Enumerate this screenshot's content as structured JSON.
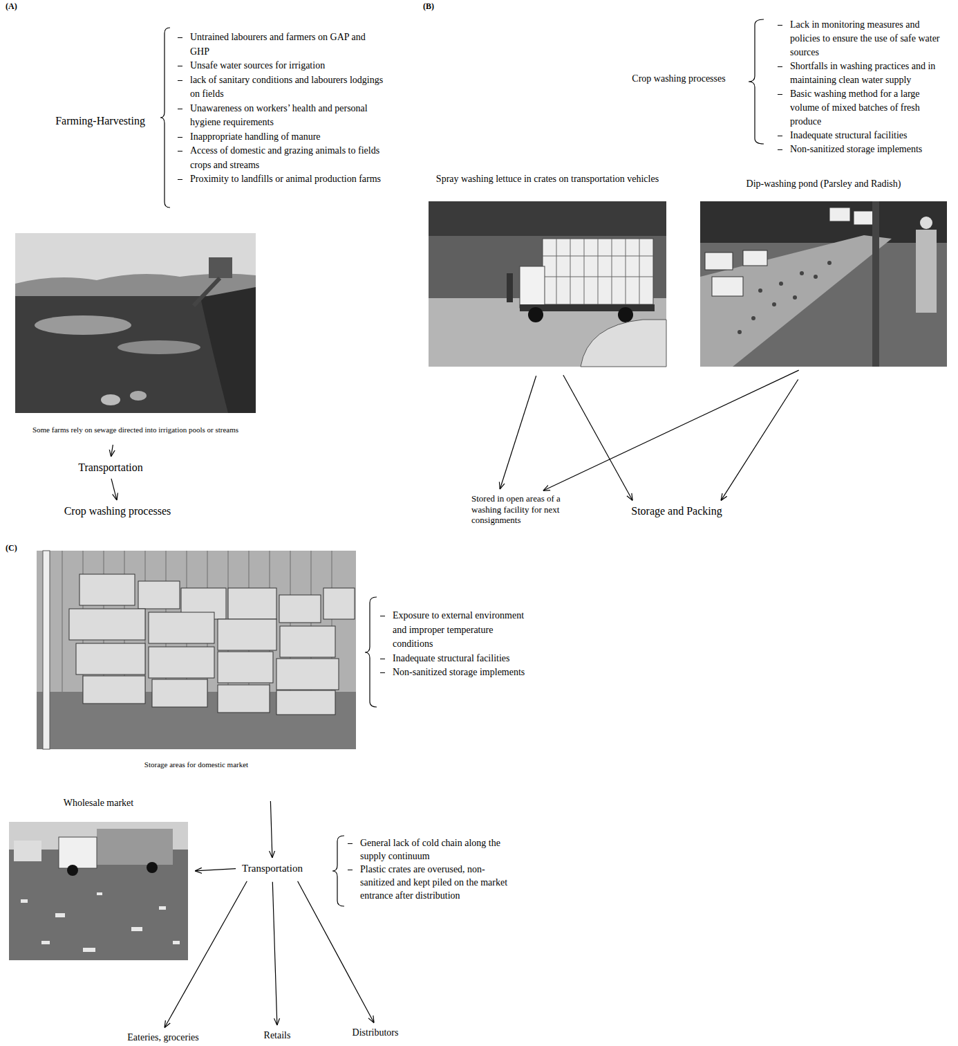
{
  "diagram": {
    "nodes": [
      {
        "text": [
          "Farming-Harvesting"
        ]
      },
      {
        "text": [
          "Some farms rely on sewage directed into irrigation pools or streams"
        ]
      },
      {
        "text": [
          "Transportation"
        ]
      },
      {
        "text": [
          "Crop washing processes"
        ]
      },
      {
        "text": [
          "Crop washing processes"
        ]
      },
      {
        "text": [
          "Spray washing lettuce in crates on transportation vehicles"
        ]
      },
      {
        "text": [
          "Dip-washing pond (Parsley and Radish)"
        ]
      },
      {
        "text": [
          "Stored in open areas of a washing facility for next consignments"
        ]
      },
      {
        "text": [
          "Storage and Packing"
        ]
      },
      {
        "text": [
          "Storage areas for domestic market"
        ]
      },
      {
        "text": [
          "Wholesale market"
        ]
      },
      {
        "text": [
          "Transportation"
        ]
      },
      {
        "text": [
          "Eateries, groceries"
        ]
      },
      {
        "text": [
          "Retails"
        ]
      },
      {
        "text": [
          "Distributors"
        ]
      }
    ],
    "edges": [
      {
        "from": 1,
        "to": 2,
        "arrow": "to"
      },
      {
        "from": 2,
        "to": 3,
        "arrow": "to"
      },
      {
        "from": 5,
        "to": 7,
        "arrow": "to"
      },
      {
        "from": 5,
        "to": 8,
        "arrow": "to"
      },
      {
        "from": 6,
        "to": 7,
        "arrow": "to"
      },
      {
        "from": 6,
        "to": 8,
        "arrow": "to"
      },
      {
        "from": 9,
        "to": 11,
        "arrow": "to"
      },
      {
        "from": 11,
        "to": 10,
        "arrow": "to"
      },
      {
        "from": 11,
        "to": 12,
        "arrow": "to"
      },
      {
        "from": 11,
        "to": 13,
        "arrow": "to"
      },
      {
        "from": 11,
        "to": 14,
        "arrow": "to"
      }
    ],
    "labels": [
      "(A)",
      "Untrained labourers and farmers on GAP and GHP",
      "Unsafe water sources for irrigation",
      "lack of sanitary conditions and labourers lodgings on fields",
      "Unawareness on workers’ health and personal hygiene requirements",
      "Inappropriate handling of manure",
      "Access of domestic and grazing animals to fields crops and streams",
      "Proximity to landfills or animal production farms",
      "(B)",
      "Lack in monitoring measures and policies to ensure the use of safe water sources",
      "Shortfalls in washing practices and in maintaining clean water supply",
      "Basic washing method for a large volume of mixed batches of fresh produce",
      "Inadequate structural facilities",
      "Non-sanitized storage implements",
      "(C)",
      "Exposure to external environment and improper temperature conditions",
      "Inadequate structural facilities",
      "Non-sanitized storage implements",
      "General lack of cold chain along the supply continuum",
      "Plastic crates are overused, non-sanitized and kept piled on the market entrance after distribution"
    ]
  }
}
